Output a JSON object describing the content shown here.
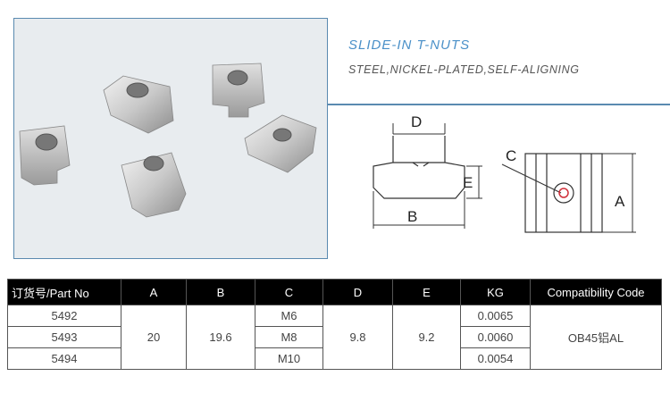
{
  "header": {
    "title": "SLIDE-IN T-NUTS",
    "subtitle": "STEEL,NICKEL-PLATED,SELF-ALIGNING"
  },
  "drawing": {
    "labels": {
      "d": "D",
      "e": "E",
      "b": "B",
      "c": "C",
      "a": "A"
    }
  },
  "table": {
    "headers": {
      "part_no": "订货号/Part No",
      "a": "A",
      "b": "B",
      "c": "C",
      "d": "D",
      "e": "E",
      "kg": "KG",
      "compat": "Compatibility Code"
    },
    "shared": {
      "a": "20",
      "b": "19.6",
      "d": "9.8",
      "e": "9.2",
      "compat": "OB45铝AL"
    },
    "rows": [
      {
        "part_no": "5492",
        "c": "M6",
        "kg": "0.0065"
      },
      {
        "part_no": "5493",
        "c": "M8",
        "kg": "0.0060"
      },
      {
        "part_no": "5494",
        "c": "M10",
        "kg": "0.0054"
      }
    ]
  },
  "colors": {
    "accent": "#4a90c8",
    "header_bg": "#000000",
    "frame": "#5a8ab0"
  }
}
